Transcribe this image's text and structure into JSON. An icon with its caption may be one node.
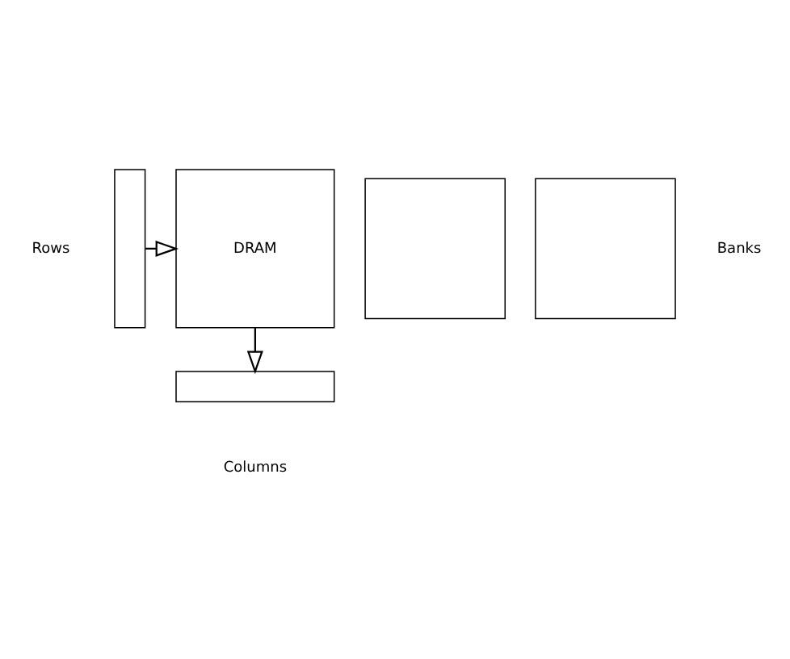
{
  "diagram": {
    "nodes": [
      {
        "text": [],
        "shape": "box"
      },
      {
        "text": [],
        "shape": "box"
      },
      {
        "text": [
          "DRAM"
        ]
      },
      {
        "text": [],
        "shape": "bar"
      },
      {
        "text": [],
        "shape": "bar"
      }
    ],
    "edges": [
      {
        "from": 3,
        "to": 2,
        "arrow": "to"
      },
      {
        "from": 2,
        "to": 4,
        "arrow": "to"
      }
    ],
    "labels": [
      "Rows",
      "Banks",
      "Columns"
    ]
  }
}
